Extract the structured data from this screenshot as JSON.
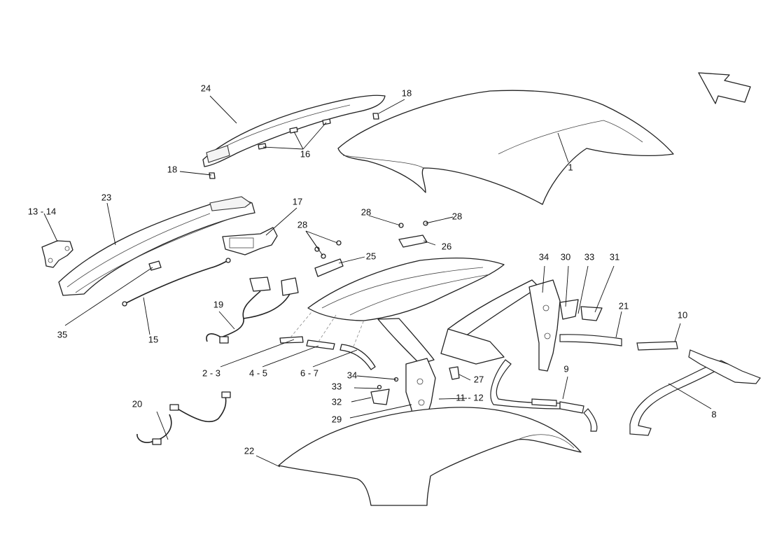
{
  "callouts": {
    "c1": "1",
    "c2_3": "2 - 3",
    "c4_5": "4 - 5",
    "c6_7": "6 - 7",
    "c8": "8",
    "c9": "9",
    "c10": "10",
    "c11_12": "11 - 12",
    "c13_14": "13 - 14",
    "c15": "15",
    "c16": "16",
    "c17": "17",
    "c18a": "18",
    "c18b": "18",
    "c19": "19",
    "c20": "20",
    "c21": "21",
    "c22": "22",
    "c23": "23",
    "c24": "24",
    "c25": "25",
    "c26": "26",
    "c27": "27",
    "c28a": "28",
    "c28b": "28",
    "c28c": "28",
    "c29": "29",
    "c30": "30",
    "c31": "31",
    "c32": "32",
    "c33a": "33",
    "c33b": "33",
    "c34a": "34",
    "c34b": "34",
    "c35": "35"
  },
  "icons": {
    "direction": "front-direction-arrow-icon"
  }
}
